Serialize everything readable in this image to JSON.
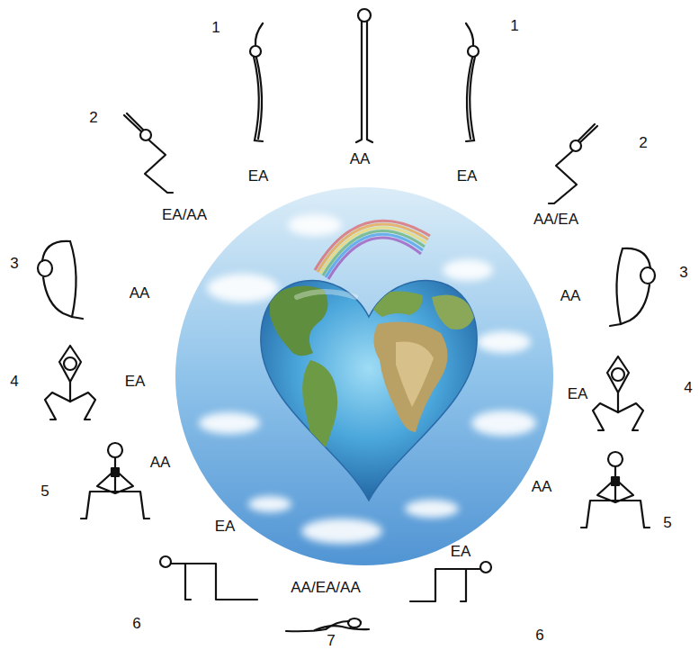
{
  "diagram": {
    "labels": [
      "1",
      "1",
      "AA",
      "EA",
      "EA",
      "2",
      "2",
      "EA/AA",
      "AA/EA",
      "3",
      "3",
      "AA",
      "AA",
      "4",
      "EA",
      "EA",
      "4",
      "AA",
      "AA",
      "5",
      "5",
      "EA",
      "EA",
      "AA/EA/AA",
      "6",
      "6",
      "7"
    ]
  }
}
